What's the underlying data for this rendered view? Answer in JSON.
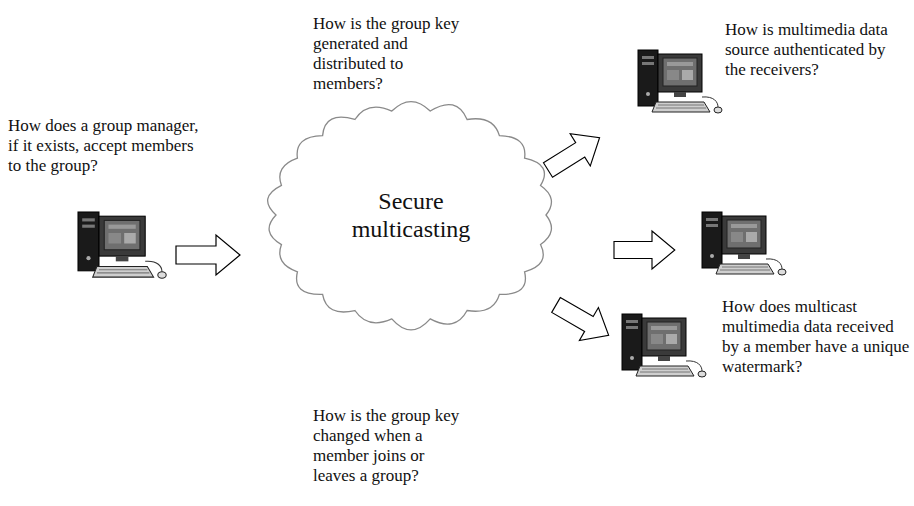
{
  "diagram": {
    "nodes": [
      {
        "text": [
          "Secure multicasting"
        ]
      }
    ],
    "labels": [
      "How does a group manager, if it exists, accept members to the group?",
      "How is the group key generated and distributed to members?",
      "How is the group key changed when a member joins or leaves a group?",
      "How is multimedia data source authenticated by the receivers?",
      "How does multicast multimedia data received by a member have a unique watermark?"
    ]
  }
}
